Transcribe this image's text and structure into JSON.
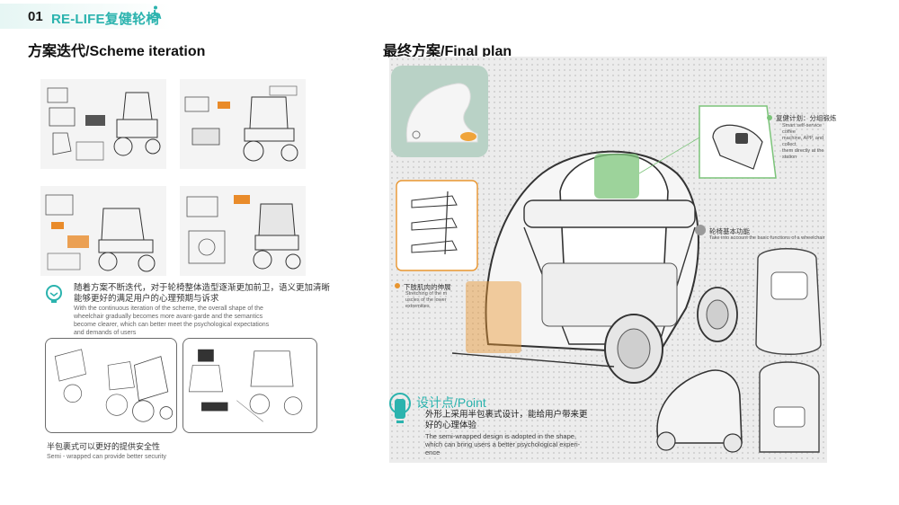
{
  "header": {
    "number": "01",
    "title": "RE-LIFE复健轮椅",
    "accent_color": "#2bb3ae",
    "icon": "wheelchair-icon"
  },
  "left": {
    "title": "方案迭代/Scheme iteration",
    "desc_cn": [
      "随着方案不断迭代，对于轮椅整体造型逐渐更加前卫，语义更加清晰",
      "能够更好的满足用户的心理预期与诉求"
    ],
    "desc_en": [
      "With the continuous iteration of the scheme, the overall shape of the",
      "wheelchair gradually becomes more avant-garde and the semantics",
      "become clearer, which can better meet the psychological expectations",
      "and demands of users"
    ],
    "bottom_cn": "半包裹式可以更好的提供安全性",
    "bottom_en": "Semi - wrapped can provide better security",
    "bulb_icon": "lightbulb-icon"
  },
  "right": {
    "title": "最终方案/Final plan",
    "ann1_cn": "复健计划：分组锻炼",
    "ann1_en": [
      "Smart self-service coffee",
      "machine, APP, and collect",
      "them directly at the station"
    ],
    "ann2_cn": "轮椅基本功能",
    "ann2_en": "Take into account the basic functions of a wheelchair",
    "ann3_cn": "下肢肌肉的伸展",
    "ann3_en": [
      "Stretching of the m",
      "uscles of the lower",
      "extremities"
    ],
    "point_title": "设计点/Point",
    "point_cn": [
      "外形上采用半包裹式设计，能给用户带来更",
      "好的心理体验"
    ],
    "point_en": [
      "The semi-wrapped design is adopted in the shape,",
      "which can bring users a better psychological experi-",
      "ence"
    ],
    "colors": {
      "green": "#7cc47a",
      "orange": "#e8952f",
      "grey": "#9a9a9a"
    }
  }
}
